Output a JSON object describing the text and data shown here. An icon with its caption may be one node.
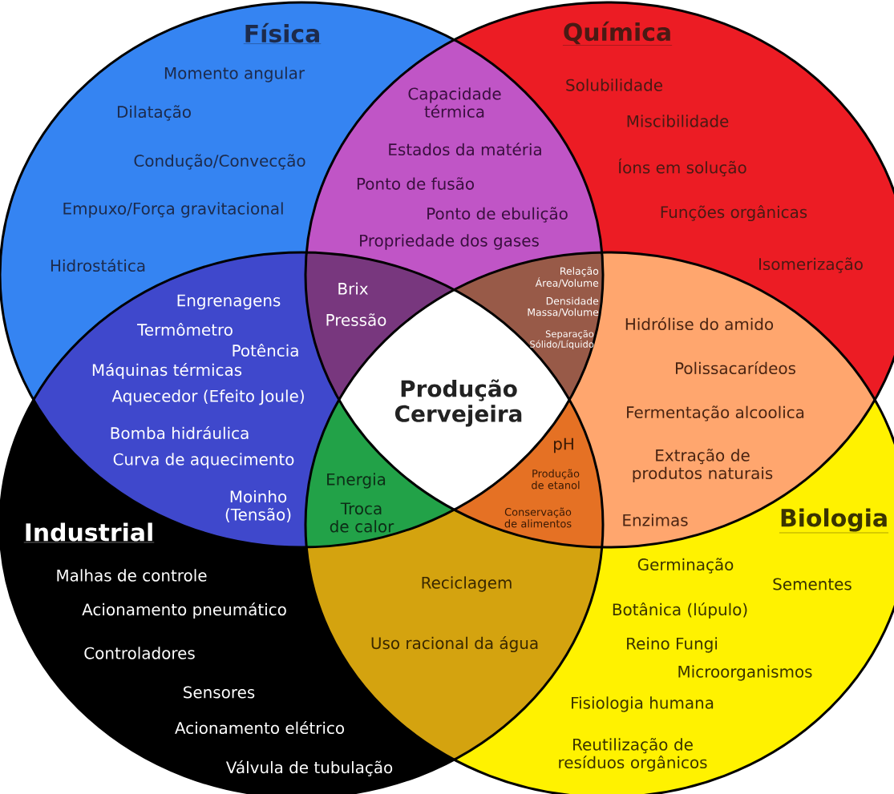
{
  "diagram": {
    "nodes": [
      {
        "text": [
          "Física",
          "Momento angular",
          "Dilatação",
          "Condução/Convecção",
          "Empuxo/Força gravitacional",
          "Hidrostática"
        ]
      },
      {
        "text": [
          "Química",
          "Solubilidade",
          "Miscibilidade",
          "Íons em solução",
          "Funções orgânicas",
          "Isomerização"
        ]
      },
      {
        "text": [
          "Industrial",
          "Malhas de controle",
          "Acionamento pneumático",
          "Controladores",
          "Sensores",
          "Acionamento elétrico",
          "Válvula de tubulação"
        ]
      },
      {
        "text": [
          "Biologia",
          "Germinação",
          "Sementes",
          "Botânica (lúpulo)",
          "Reino Fungi",
          "Microorganismos",
          "Fisiologia humana",
          "Reutilização de resíduos orgânicos"
        ]
      },
      {
        "text": [
          "Capacidade térmica",
          "Estados da matéria",
          "Ponto de fusão",
          "Ponto de ebulição",
          "Propriedade dos gases"
        ]
      },
      {
        "text": [
          "Engrenagens",
          "Termômetro",
          "Potência",
          "Máquinas térmicas",
          "Aquecedor (Efeito Joule)",
          "Bomba hidráulica",
          "Curva de aquecimento",
          "Moinho (Tensão)"
        ]
      },
      {
        "text": [
          "Hidrólise do amido",
          "Polissacarídeos",
          "Fermentação alcoolica",
          "Extração de produtos naturais",
          "Enzimas"
        ]
      },
      {
        "text": [
          "Reciclagem",
          "Uso racional da água"
        ]
      },
      {
        "text": [
          "Brix",
          "Pressão"
        ]
      },
      {
        "text": [
          "Relação Área/Volume",
          "Densidade Massa/Volume",
          "Separação Sólido/Líquido"
        ]
      },
      {
        "text": [
          "Energia",
          "Troca de calor"
        ]
      },
      {
        "text": [
          "pH",
          "Produção de etanol",
          "Conservação de alimentos"
        ]
      },
      {
        "text": [
          "Produção Cervejeira"
        ]
      }
    ]
  }
}
